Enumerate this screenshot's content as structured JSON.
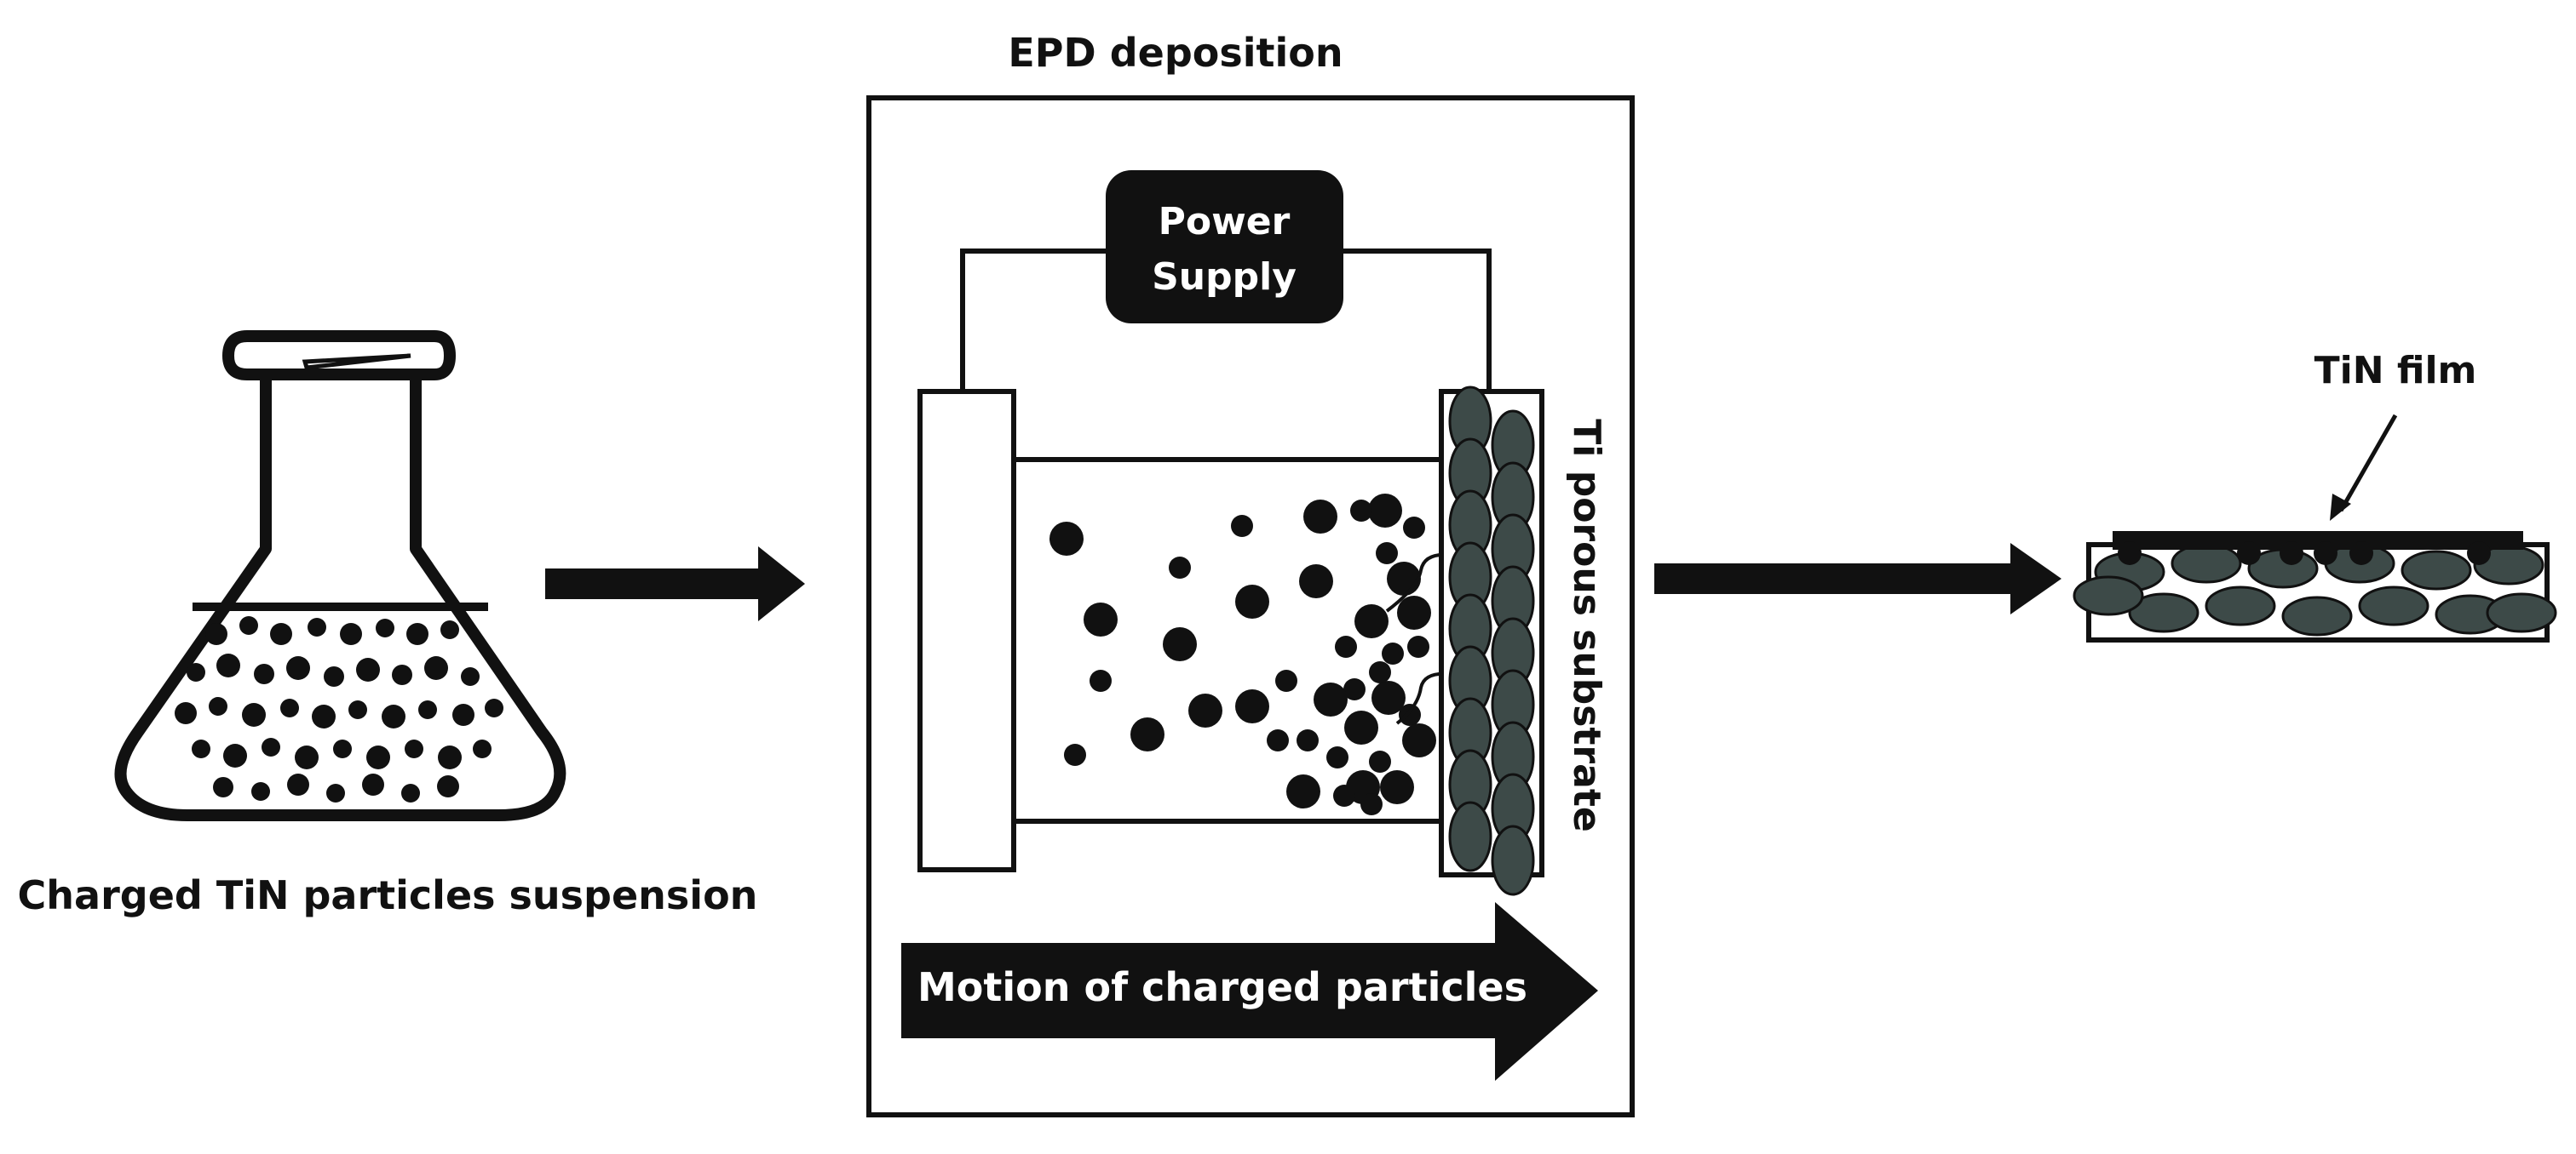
{
  "title": "EPD deposition",
  "flask": {
    "label": "Charged TiN particles suspension"
  },
  "cell": {
    "power_supply_line1": "Power",
    "power_supply_line2": "Supply",
    "substrate_label": "Ti porous substrate",
    "motion_label": "Motion of charged particles"
  },
  "film": {
    "label": "TiN film"
  },
  "colors": {
    "ink": "#111111",
    "substrate_grain": "#3d4a48",
    "background": "#ffffff"
  }
}
